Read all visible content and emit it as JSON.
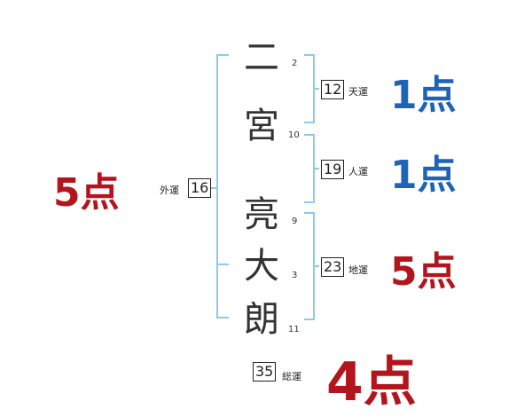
{
  "name_chars": [
    "二",
    "宮",
    "亮",
    "大",
    "朗"
  ],
  "stroke_counts": [
    "2",
    "10",
    "9",
    "3",
    "11"
  ],
  "fortunes": {
    "tenkaku": {
      "value": "12",
      "label": "天運",
      "score": "1点"
    },
    "jinkaku": {
      "value": "19",
      "label": "人運",
      "score": "1点"
    },
    "chikaku": {
      "value": "23",
      "label": "地運",
      "score": "5点"
    },
    "gaikaku": {
      "value": "16",
      "label": "外運",
      "score": "5点"
    },
    "soukaku": {
      "value": "35",
      "label": "総運",
      "score": "4点"
    }
  },
  "colors": {
    "bracket": "#8ec9ea",
    "blue_score": "#1f63b8",
    "red_score": "#b3151c"
  }
}
